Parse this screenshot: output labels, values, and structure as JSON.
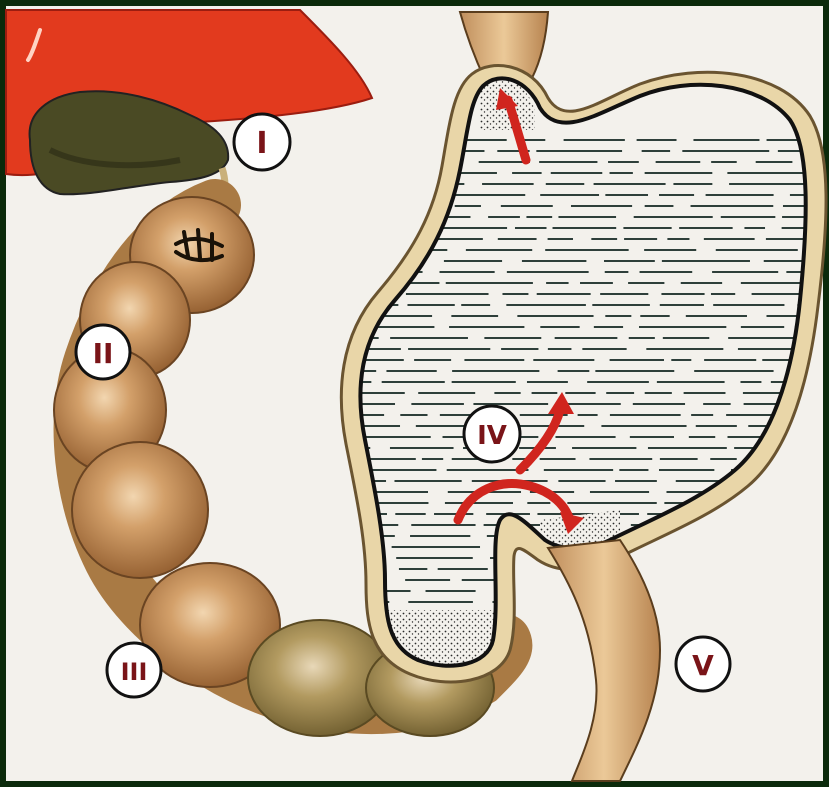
{
  "labels": {
    "i": "I",
    "ii": "II",
    "iii": "III",
    "iv": "IV",
    "v": "V"
  },
  "colors": {
    "frame": "#0b2a0b",
    "paper": "#f3f1ec",
    "liver": "#e23a1e",
    "gallbladder": "#4a4a24",
    "intestine": "#b8854a",
    "stomach_wall": "#e9d6a8",
    "contents_lines": "#2e3f3a",
    "arrow": "#d0251e",
    "label_text": "#7a1418"
  }
}
